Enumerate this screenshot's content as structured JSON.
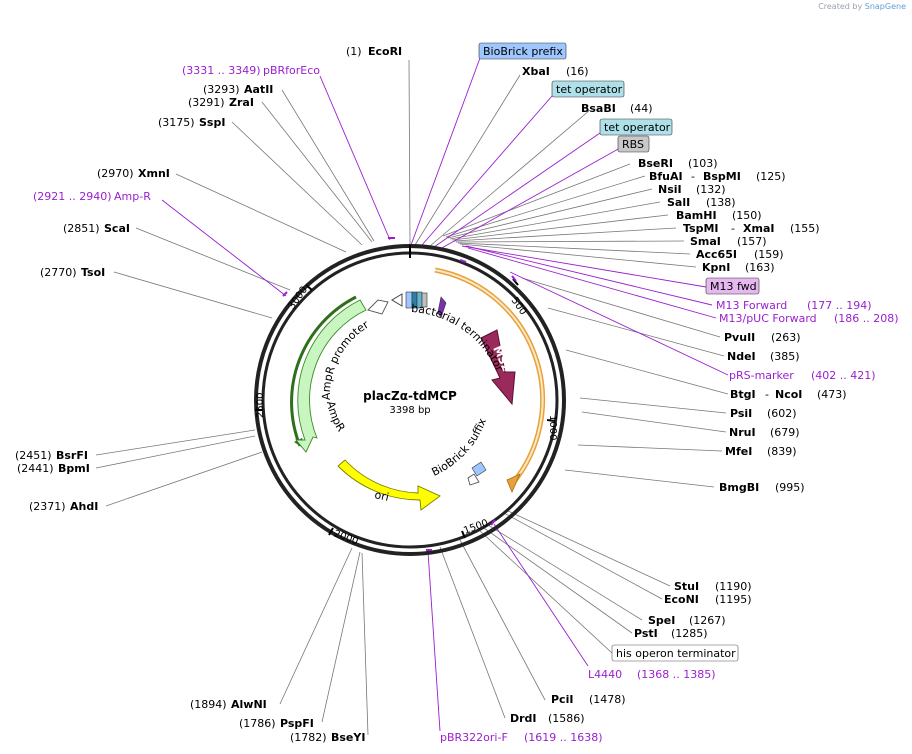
{
  "credit": {
    "prefix": "Created by",
    "brand": "SnapGene"
  },
  "plasmid": {
    "name": "placZα-tdMCP",
    "length_label": "3398 bp"
  },
  "ticks": [
    "500",
    "1000",
    "1500",
    "2000",
    "2500",
    "3000"
  ],
  "features": {
    "ms2": "MS2",
    "bacterial_terminator": "bacterial terminator",
    "biobrick_suffix": "BioBrick suffix",
    "ori": "ori",
    "ampr": "AmpR",
    "ampr_promoter": "AmpR promoter"
  },
  "boxed_labels": {
    "biobrick_prefix": "BioBrick prefix",
    "tet_operator_1": "tet operator",
    "tet_operator_2": "tet operator",
    "rbs": "RBS",
    "m13_fwd": "M13 fwd",
    "his_operon_terminator": "his operon terminator"
  },
  "sites": {
    "ecori_pos": "(1)",
    "ecori_name": "EcoRI",
    "xbai_name": "XbaI",
    "xbai_pos": "(16)",
    "bsabi_name": "BsaBI",
    "bsabi_pos": "(44)",
    "bseri_name": "BseRI",
    "bseri_pos": "(103)",
    "bfuai_name": "BfuAI",
    "bspmi_name": "BspMI",
    "bfuai_pos": "(125)",
    "nsii_name": "NsiI",
    "nsii_pos": "(132)",
    "sali_name": "SalI",
    "sali_pos": "(138)",
    "bamhi_name": "BamHI",
    "bamhi_pos": "(150)",
    "tspmi_name": "TspMI",
    "xmai_name": "XmaI",
    "tspmi_pos": "(155)",
    "smai_name": "SmaI",
    "smai_pos": "(157)",
    "acc65i_name": "Acc65I",
    "acc65i_pos": "(159)",
    "kpni_name": "KpnI",
    "kpni_pos": "(163)",
    "m13_forward": "M13 Forward",
    "m13_forward_pos": "(177 .. 194)",
    "m13_puc": "M13/pUC Forward",
    "m13_puc_pos": "(186 .. 208)",
    "pvuii_name": "PvuII",
    "pvuii_pos": "(263)",
    "ndei_name": "NdeI",
    "ndei_pos": "(385)",
    "prs_marker": "pRS-marker",
    "prs_marker_pos": "(402 .. 421)",
    "btgi_name": "BtgI",
    "ncoi_name": "NcoI",
    "btgi_pos": "(473)",
    "psii_name": "PsiI",
    "psii_pos": "(602)",
    "nrui_name": "NruI",
    "nrui_pos": "(679)",
    "mfei_name": "MfeI",
    "mfei_pos": "(839)",
    "bmgbi_name": "BmgBI",
    "bmgbi_pos": "(995)",
    "stui_name": "StuI",
    "stui_pos": "(1190)",
    "econi_name": "EcoNI",
    "econi_pos": "(1195)",
    "spei_name": "SpeI",
    "spei_pos": "(1267)",
    "psti_name": "PstI",
    "psti_pos": "(1285)",
    "l4440": "L4440",
    "l4440_pos": "(1368 .. 1385)",
    "pcii_name": "PciI",
    "pcii_pos": "(1478)",
    "drdi_name": "DrdI",
    "drdi_pos": "(1586)",
    "pbr322ori": "pBR322ori-F",
    "pbr322ori_pos": "(1619 .. 1638)",
    "bseyi_pos": "(1782)",
    "bseyi_name": "BseYI",
    "pspfi_pos": "(1786)",
    "pspfi_name": "PspFI",
    "alwni_pos": "(1894)",
    "alwni_name": "AlwNI",
    "ahdi_pos": "(2371)",
    "ahdi_name": "AhdI",
    "bpmi_pos": "(2441)",
    "bpmi_name": "BpmI",
    "bsrfi_pos": "(2451)",
    "bsrfi_name": "BsrFI",
    "tsoi_pos": "(2770)",
    "tsoi_name": "TsoI",
    "scai_pos": "(2851)",
    "scai_name": "ScaI",
    "ampr_primer_pos": "(2921 .. 2940)",
    "ampr_primer": "Amp-R",
    "xmni_pos": "(2970)",
    "xmni_name": "XmnI",
    "sspi_pos": "(3175)",
    "sspi_name": "SspI",
    "zrai_pos": "(3291)",
    "zrai_name": "ZraI",
    "aatii_pos": "(3293)",
    "aatii_name": "AatII",
    "pbrforeco_pos": "(3331 .. 3349)",
    "pbrforeco": "pBRforEco"
  }
}
